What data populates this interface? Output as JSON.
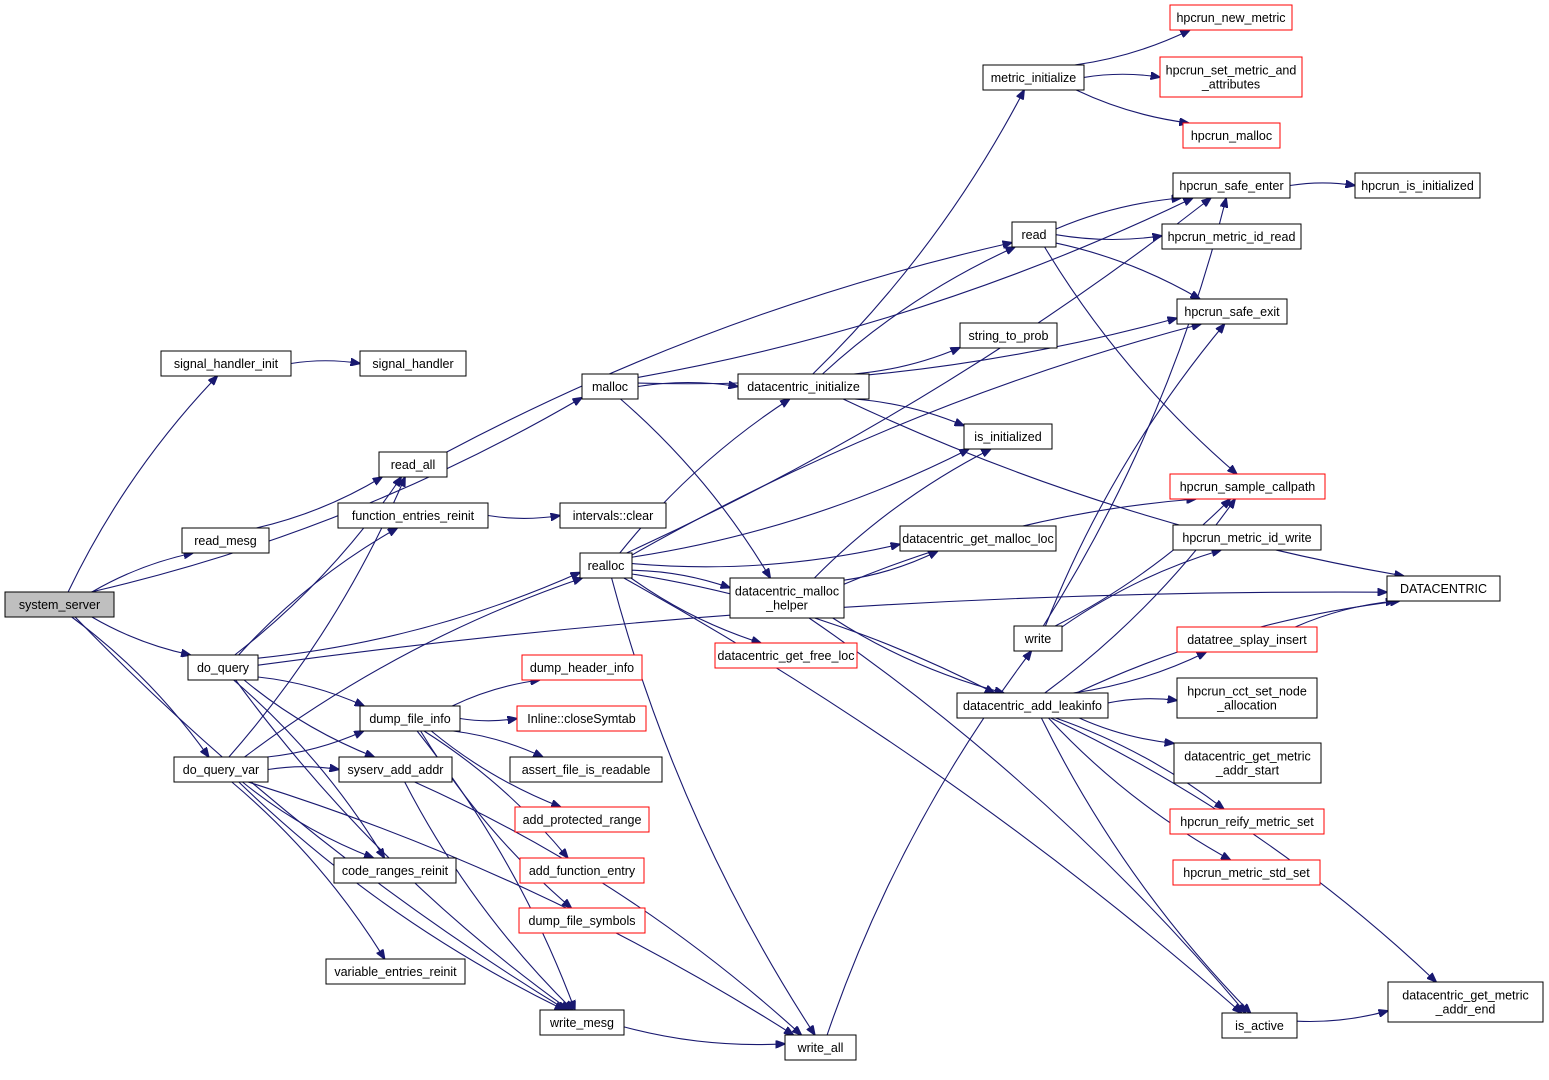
{
  "diagram": {
    "type": "call-graph",
    "root": "system_server",
    "colors": {
      "edge": "#191970",
      "node_border": "#000000",
      "truncated_node_border": "#ff0000",
      "root_fill": "#bfbfbf",
      "node_fill": "#ffffff"
    },
    "nodes": [
      {
        "id": "system_server",
        "label": [
          "system_server"
        ],
        "style": "root"
      },
      {
        "id": "signal_handler_init",
        "label": [
          "signal_handler_init"
        ],
        "style": "normal"
      },
      {
        "id": "signal_handler",
        "label": [
          "signal_handler"
        ],
        "style": "normal"
      },
      {
        "id": "read_mesg",
        "label": [
          "read_mesg"
        ],
        "style": "normal"
      },
      {
        "id": "do_query",
        "label": [
          "do_query"
        ],
        "style": "normal"
      },
      {
        "id": "do_query_var",
        "label": [
          "do_query_var"
        ],
        "style": "normal"
      },
      {
        "id": "read_all",
        "label": [
          "read_all"
        ],
        "style": "normal"
      },
      {
        "id": "function_entries_reinit",
        "label": [
          "function_entries_reinit"
        ],
        "style": "normal"
      },
      {
        "id": "intervals_clear",
        "label": [
          "intervals::clear"
        ],
        "style": "normal"
      },
      {
        "id": "dump_file_info",
        "label": [
          "dump_file_info"
        ],
        "style": "normal"
      },
      {
        "id": "syserv_add_addr",
        "label": [
          "syserv_add_addr"
        ],
        "style": "normal"
      },
      {
        "id": "code_ranges_reinit",
        "label": [
          "code_ranges_reinit"
        ],
        "style": "normal"
      },
      {
        "id": "variable_entries_reinit",
        "label": [
          "variable_entries_reinit"
        ],
        "style": "normal"
      },
      {
        "id": "write_mesg",
        "label": [
          "write_mesg"
        ],
        "style": "normal"
      },
      {
        "id": "write_all",
        "label": [
          "write_all"
        ],
        "style": "normal"
      },
      {
        "id": "dump_header_info",
        "label": [
          "dump_header_info"
        ],
        "style": "truncated"
      },
      {
        "id": "inline_closeSymtab",
        "label": [
          "Inline::closeSymtab"
        ],
        "style": "truncated"
      },
      {
        "id": "assert_file_is_readable",
        "label": [
          "assert_file_is_readable"
        ],
        "style": "normal"
      },
      {
        "id": "add_protected_range",
        "label": [
          "add_protected_range"
        ],
        "style": "truncated"
      },
      {
        "id": "add_function_entry",
        "label": [
          "add_function_entry"
        ],
        "style": "truncated"
      },
      {
        "id": "dump_file_symbols",
        "label": [
          "dump_file_symbols"
        ],
        "style": "truncated"
      },
      {
        "id": "malloc",
        "label": [
          "malloc"
        ],
        "style": "normal"
      },
      {
        "id": "realloc",
        "label": [
          "realloc"
        ],
        "style": "normal"
      },
      {
        "id": "datacentric_initialize",
        "label": [
          "datacentric_initialize"
        ],
        "style": "normal"
      },
      {
        "id": "datacentric_malloc_helper",
        "label": [
          "datacentric_malloc",
          "_helper"
        ],
        "style": "normal"
      },
      {
        "id": "datacentric_get_free_loc",
        "label": [
          "datacentric_get_free_loc"
        ],
        "style": "truncated"
      },
      {
        "id": "metric_initialize",
        "label": [
          "metric_initialize"
        ],
        "style": "normal"
      },
      {
        "id": "read",
        "label": [
          "read"
        ],
        "style": "normal"
      },
      {
        "id": "string_to_prob",
        "label": [
          "string_to_prob"
        ],
        "style": "normal"
      },
      {
        "id": "is_initialized",
        "label": [
          "is_initialized"
        ],
        "style": "normal"
      },
      {
        "id": "datacentric_get_malloc_loc",
        "label": [
          "datacentric_get_malloc_loc"
        ],
        "style": "normal"
      },
      {
        "id": "write",
        "label": [
          "write"
        ],
        "style": "normal"
      },
      {
        "id": "datacentric_add_leakinfo",
        "label": [
          "datacentric_add_leakinfo"
        ],
        "style": "normal"
      },
      {
        "id": "hpcrun_new_metric",
        "label": [
          "hpcrun_new_metric"
        ],
        "style": "truncated"
      },
      {
        "id": "hpcrun_set_metric_and_attributes",
        "label": [
          "hpcrun_set_metric_and",
          "_attributes"
        ],
        "style": "truncated"
      },
      {
        "id": "hpcrun_malloc",
        "label": [
          "hpcrun_malloc"
        ],
        "style": "truncated"
      },
      {
        "id": "hpcrun_safe_enter",
        "label": [
          "hpcrun_safe_enter"
        ],
        "style": "normal"
      },
      {
        "id": "hpcrun_is_initialized",
        "label": [
          "hpcrun_is_initialized"
        ],
        "style": "normal"
      },
      {
        "id": "hpcrun_metric_id_read",
        "label": [
          "hpcrun_metric_id_read"
        ],
        "style": "normal"
      },
      {
        "id": "hpcrun_safe_exit",
        "label": [
          "hpcrun_safe_exit"
        ],
        "style": "normal"
      },
      {
        "id": "hpcrun_sample_callpath",
        "label": [
          "hpcrun_sample_callpath"
        ],
        "style": "truncated"
      },
      {
        "id": "hpcrun_metric_id_write",
        "label": [
          "hpcrun_metric_id_write"
        ],
        "style": "normal"
      },
      {
        "id": "DATACENTRIC",
        "label": [
          "DATACENTRIC"
        ],
        "style": "normal"
      },
      {
        "id": "datatree_splay_insert",
        "label": [
          "datatree_splay_insert"
        ],
        "style": "truncated"
      },
      {
        "id": "hpcrun_cct_set_node_allocation",
        "label": [
          "hpcrun_cct_set_node",
          "_allocation"
        ],
        "style": "normal"
      },
      {
        "id": "datacentric_get_metric_addr_start",
        "label": [
          "datacentric_get_metric",
          "_addr_start"
        ],
        "style": "normal"
      },
      {
        "id": "hpcrun_reify_metric_set",
        "label": [
          "hpcrun_reify_metric_set"
        ],
        "style": "truncated"
      },
      {
        "id": "hpcrun_metric_std_set",
        "label": [
          "hpcrun_metric_std_set"
        ],
        "style": "truncated"
      },
      {
        "id": "datacentric_get_metric_addr_end",
        "label": [
          "datacentric_get_metric",
          "_addr_end"
        ],
        "style": "normal"
      },
      {
        "id": "is_active",
        "label": [
          "is_active"
        ],
        "style": "normal"
      }
    ],
    "edges": [
      [
        "system_server",
        "signal_handler_init"
      ],
      [
        "system_server",
        "malloc"
      ],
      [
        "system_server",
        "read_mesg"
      ],
      [
        "system_server",
        "do_query"
      ],
      [
        "system_server",
        "do_query_var"
      ],
      [
        "system_server",
        "write_mesg"
      ],
      [
        "signal_handler_init",
        "signal_handler"
      ],
      [
        "read_mesg",
        "read_all"
      ],
      [
        "read_all",
        "read"
      ],
      [
        "do_query",
        "read_all"
      ],
      [
        "do_query",
        "function_entries_reinit"
      ],
      [
        "do_query",
        "realloc"
      ],
      [
        "do_query",
        "dump_file_info"
      ],
      [
        "do_query",
        "syserv_add_addr"
      ],
      [
        "do_query",
        "code_ranges_reinit"
      ],
      [
        "do_query",
        "write_mesg"
      ],
      [
        "do_query",
        "DATACENTRIC"
      ],
      [
        "do_query_var",
        "read_all"
      ],
      [
        "do_query_var",
        "realloc"
      ],
      [
        "do_query_var",
        "dump_file_info"
      ],
      [
        "do_query_var",
        "syserv_add_addr"
      ],
      [
        "do_query_var",
        "code_ranges_reinit"
      ],
      [
        "do_query_var",
        "variable_entries_reinit"
      ],
      [
        "do_query_var",
        "write_mesg"
      ],
      [
        "do_query_var",
        "write_all"
      ],
      [
        "function_entries_reinit",
        "intervals_clear"
      ],
      [
        "dump_file_info",
        "dump_header_info"
      ],
      [
        "dump_file_info",
        "inline_closeSymtab"
      ],
      [
        "dump_file_info",
        "assert_file_is_readable"
      ],
      [
        "dump_file_info",
        "add_protected_range"
      ],
      [
        "dump_file_info",
        "add_function_entry"
      ],
      [
        "dump_file_info",
        "dump_file_symbols"
      ],
      [
        "dump_file_info",
        "write_mesg"
      ],
      [
        "syserv_add_addr",
        "write_mesg"
      ],
      [
        "syserv_add_addr",
        "write_all"
      ],
      [
        "write_mesg",
        "write_all"
      ],
      [
        "write_all",
        "write"
      ],
      [
        "malloc",
        "hpcrun_safe_enter"
      ],
      [
        "malloc",
        "datacentric_initialize"
      ],
      [
        "malloc",
        "hpcrun_safe_exit"
      ],
      [
        "malloc",
        "datacentric_malloc_helper"
      ],
      [
        "realloc",
        "hpcrun_safe_enter"
      ],
      [
        "realloc",
        "datacentric_initialize"
      ],
      [
        "realloc",
        "is_initialized"
      ],
      [
        "realloc",
        "hpcrun_safe_exit"
      ],
      [
        "realloc",
        "datacentric_get_malloc_loc"
      ],
      [
        "realloc",
        "datacentric_malloc_helper"
      ],
      [
        "realloc",
        "datacentric_get_free_loc"
      ],
      [
        "realloc",
        "datacentric_add_leakinfo"
      ],
      [
        "realloc",
        "write_all"
      ],
      [
        "realloc",
        "is_active"
      ],
      [
        "datacentric_initialize",
        "metric_initialize"
      ],
      [
        "datacentric_initialize",
        "read"
      ],
      [
        "datacentric_initialize",
        "string_to_prob"
      ],
      [
        "datacentric_initialize",
        "is_initialized"
      ],
      [
        "datacentric_initialize",
        "DATACENTRIC"
      ],
      [
        "datacentric_malloc_helper",
        "is_initialized"
      ],
      [
        "datacentric_malloc_helper",
        "datacentric_get_malloc_loc"
      ],
      [
        "datacentric_malloc_helper",
        "hpcrun_sample_callpath"
      ],
      [
        "datacentric_malloc_helper",
        "datacentric_add_leakinfo"
      ],
      [
        "datacentric_malloc_helper",
        "is_active"
      ],
      [
        "metric_initialize",
        "hpcrun_new_metric"
      ],
      [
        "metric_initialize",
        "hpcrun_set_metric_and_attributes"
      ],
      [
        "metric_initialize",
        "hpcrun_malloc"
      ],
      [
        "read",
        "hpcrun_safe_enter"
      ],
      [
        "read",
        "hpcrun_metric_id_read"
      ],
      [
        "read",
        "hpcrun_safe_exit"
      ],
      [
        "read",
        "hpcrun_sample_callpath"
      ],
      [
        "hpcrun_safe_enter",
        "hpcrun_is_initialized"
      ],
      [
        "write",
        "hpcrun_safe_enter"
      ],
      [
        "write",
        "hpcrun_safe_exit"
      ],
      [
        "write",
        "hpcrun_sample_callpath"
      ],
      [
        "write",
        "hpcrun_metric_id_write"
      ],
      [
        "datacentric_add_leakinfo",
        "hpcrun_sample_callpath"
      ],
      [
        "datacentric_add_leakinfo",
        "DATACENTRIC"
      ],
      [
        "datacentric_add_leakinfo",
        "datatree_splay_insert"
      ],
      [
        "datacentric_add_leakinfo",
        "hpcrun_cct_set_node_allocation"
      ],
      [
        "datacentric_add_leakinfo",
        "datacentric_get_metric_addr_start"
      ],
      [
        "datacentric_add_leakinfo",
        "hpcrun_reify_metric_set"
      ],
      [
        "datacentric_add_leakinfo",
        "hpcrun_metric_std_set"
      ],
      [
        "datacentric_add_leakinfo",
        "datacentric_get_metric_addr_end"
      ],
      [
        "datacentric_add_leakinfo",
        "is_active"
      ],
      [
        "datatree_splay_insert",
        "DATACENTRIC"
      ],
      [
        "is_active",
        "datacentric_get_metric_addr_end"
      ]
    ]
  }
}
